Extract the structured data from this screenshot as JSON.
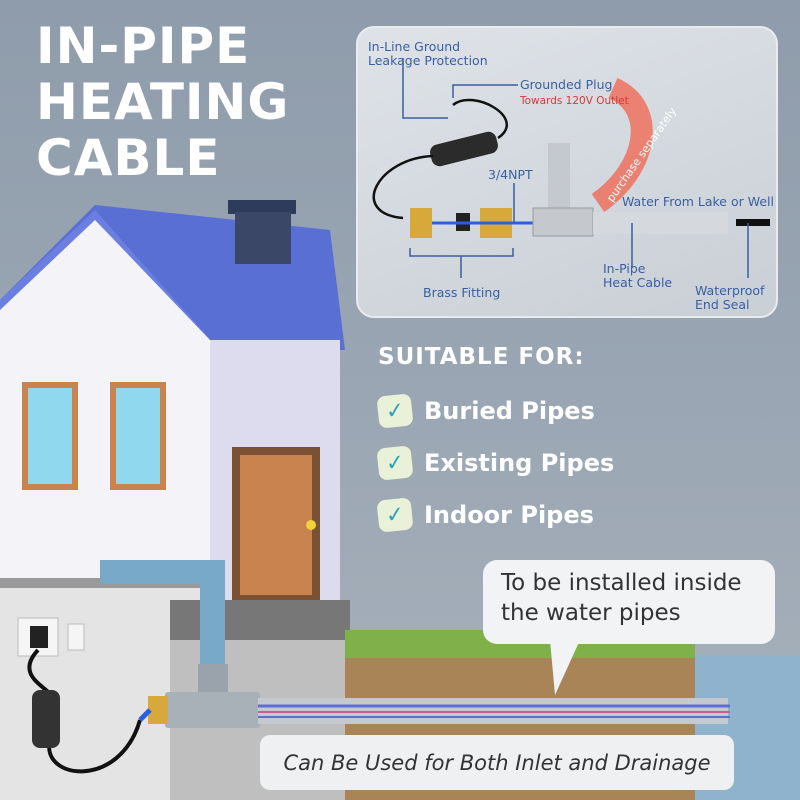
{
  "title": {
    "line1": "IN-PIPE",
    "line2": "HEATING",
    "line3": "CABLE"
  },
  "diagram": {
    "ground_leakage": "In-Line Ground\nLeakage Protection",
    "grounded_plug": "Grounded Plug",
    "plug_note": "Towards 120V Outlet",
    "npt": "3/4NPT",
    "purchase": "purchase separately",
    "water_source": "Water From Lake or Well",
    "brass_fitting": "Brass Fitting",
    "heat_cable": "In-Pipe\nHeat Cable",
    "end_seal": "Waterproof\nEnd Seal"
  },
  "suitable": {
    "heading": "SUITABLE FOR:",
    "items": [
      "Buried Pipes",
      "Existing Pipes",
      "Indoor Pipes"
    ],
    "icon": "check-icon"
  },
  "bubble": "To be installed inside the water pipes",
  "bottom_note": "Can Be Used for Both Inlet and Drainage",
  "colors": {
    "roof": "#5a6fd4",
    "label": "#3a5fa0",
    "accent_red": "#d43a3a",
    "grass": "#7fb04a",
    "soil": "#a98457",
    "water": "#8fb3cc"
  }
}
